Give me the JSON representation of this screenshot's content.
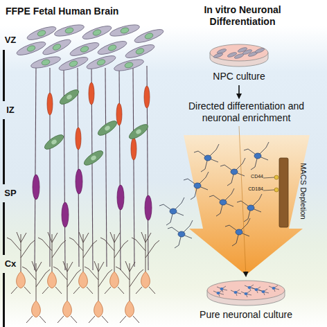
{
  "diagram": {
    "nodes": [
      {
        "text": [
          "NPC culture"
        ]
      },
      {
        "text": [
          "Pure neuronal culture"
        ]
      }
    ],
    "edges": [
      {
        "from": 0,
        "to": 1,
        "arrow": "to",
        "label": "Directed differentiation and neuronal enrichment"
      }
    ],
    "labels": [
      "FFPE Fetal Human Brain",
      "In vitro Neuronal Differentiation",
      "VZ",
      "IZ",
      "SP",
      "Cx",
      "MACS Depletion",
      "CD44",
      "CD184"
    ]
  }
}
